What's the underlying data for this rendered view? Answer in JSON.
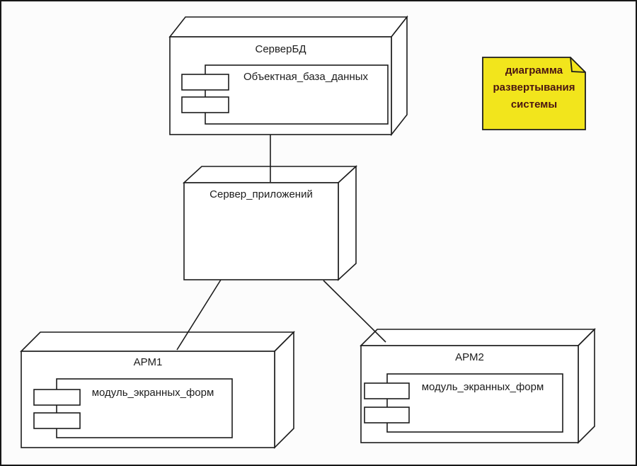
{
  "diagram": {
    "kind": "uml-deployment-diagram"
  },
  "nodes": [
    {
      "id": "serverdb",
      "label": "СерверБД",
      "component": {
        "label": "Объектная_база_данных"
      }
    },
    {
      "id": "app-server",
      "label": "Сервер_приложений"
    },
    {
      "id": "arm1",
      "label": "АРМ1",
      "component": {
        "label": "модуль_экранных_форм"
      }
    },
    {
      "id": "arm2",
      "label": "АРМ2",
      "component": {
        "label": "модуль_экранных_форм"
      }
    }
  ],
  "note": {
    "lines": [
      "диаграмма",
      "развертывания",
      "системы"
    ],
    "bg_color": "#f2e51c",
    "text_color": "#4a1512",
    "border_color": "#1c1c1c"
  },
  "colors": {
    "line": "#1c1c1c",
    "node_fill": "#ffffff",
    "background": "#fcfcfc"
  }
}
